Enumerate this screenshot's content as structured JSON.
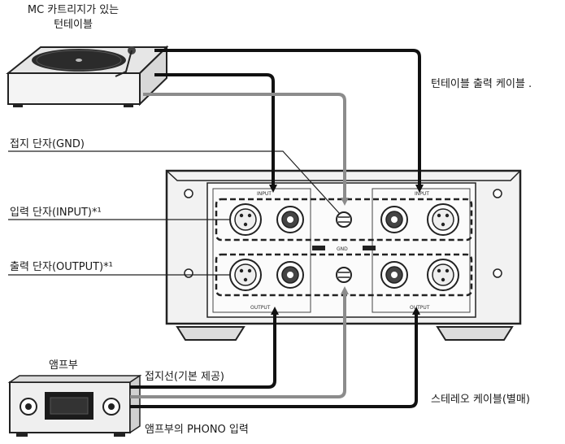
{
  "labels": {
    "turntable": "MC 카트리지가 있는\n턴테이블",
    "turntable_cable": "턴테이블 출력 케이블 .",
    "gnd_terminal": "접지 단자(GND)",
    "input_terminal": "입력 단자(INPUT)*¹",
    "output_terminal": "출력 단자(OUTPUT)*¹",
    "amp": "앰프부",
    "ground_wire": "접지선(기본 제공)",
    "stereo_cable": "스테레오 케이블(별매)",
    "phono_input": "앰프부의 PHONO 입력"
  },
  "device_labels": {
    "input_left": "INPUT",
    "input_right": "INPUT",
    "gnd": "GND",
    "output_left": "OUTPUT",
    "output_right": "OUTPUT"
  },
  "colors": {
    "black_cable": "#111111",
    "gray_cable": "#8c8c8c",
    "device_fill": "#f2f2f2",
    "outline": "#222222"
  }
}
